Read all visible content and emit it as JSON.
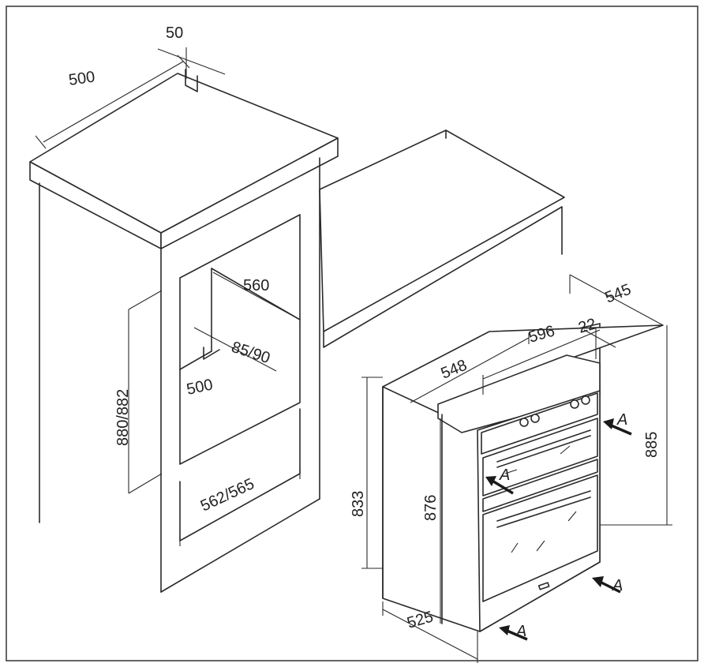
{
  "dimensions": {
    "counter_depth": "500",
    "back_gap": "50",
    "niche_depth": "560",
    "vent": "85/90",
    "floor_depth": "500",
    "niche_height": "880/882",
    "niche_width": "562/565",
    "oven_depth": "545",
    "oven_width_outer": "596",
    "oven_offset": "22",
    "oven_width": "548",
    "oven_height_total": "885",
    "oven_height_body": "876",
    "oven_height_front": "833",
    "oven_body_depth": "525"
  },
  "markers": {
    "a1": "A",
    "a2": "A",
    "a3": "A",
    "a4": "A"
  }
}
